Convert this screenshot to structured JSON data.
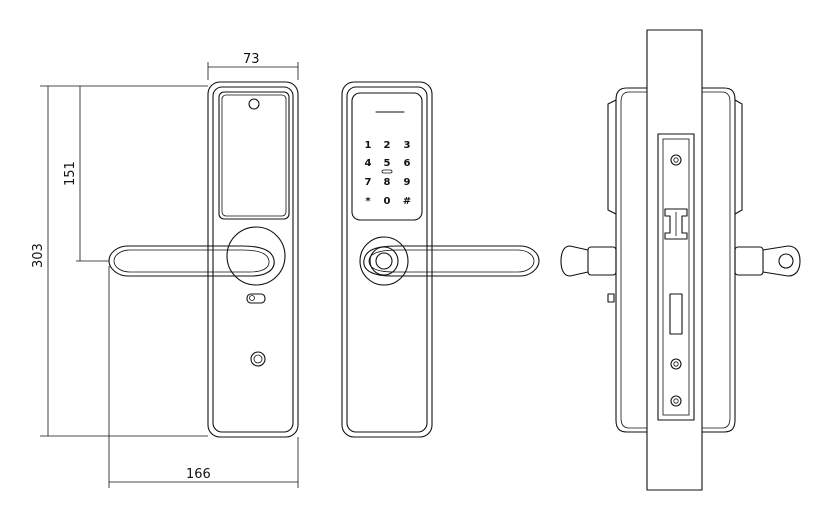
{
  "dimensions": {
    "width_label": "73",
    "height_label": "303",
    "handle_height_label": "151",
    "overall_width_label": "166"
  },
  "keypad": {
    "keys": [
      "1",
      "2",
      "3",
      "4",
      "5",
      "6",
      "7",
      "8",
      "9",
      "*",
      "0",
      "#"
    ]
  },
  "views": [
    "back-view",
    "front-view",
    "side-view"
  ]
}
